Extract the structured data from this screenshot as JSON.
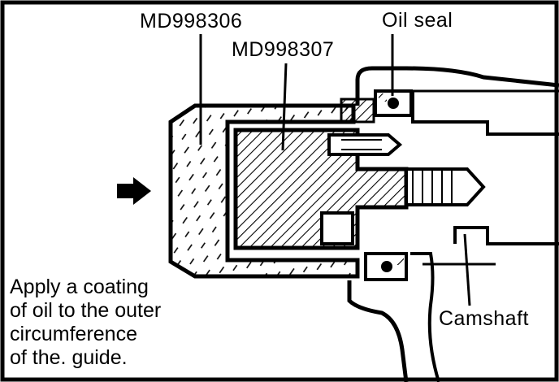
{
  "labels": {
    "tool_outer": "MD998306",
    "tool_inner": "MD998307",
    "oil_seal": "Oil seal",
    "camshaft": "Camshaft"
  },
  "note": {
    "lines": [
      "Apply a coating",
      "of oil to the outer",
      "circumference",
      "of the. guide."
    ]
  },
  "icons": {
    "direction": "arrow-right-icon"
  },
  "colors": {
    "ink": "#000000",
    "paper": "#ffffff"
  }
}
